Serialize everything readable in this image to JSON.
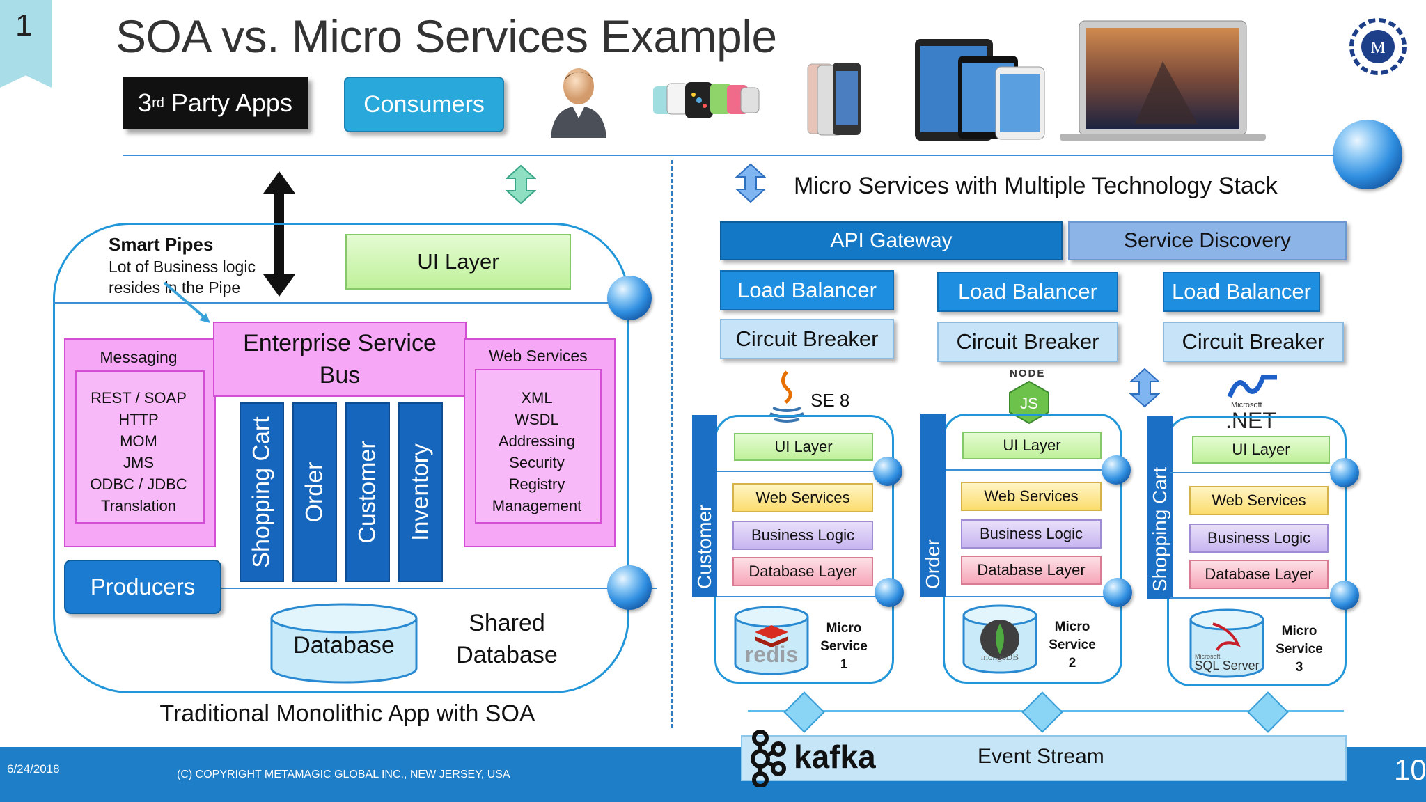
{
  "slide": {
    "number_top": "1",
    "title": "SOA vs. Micro Services Example",
    "page_num": "10"
  },
  "top": {
    "third_party_main": "3",
    "third_party_sup": "rd",
    "third_party_rest": " Party Apps",
    "consumers": "Consumers"
  },
  "soa": {
    "smart_pipes_title": "Smart Pipes",
    "smart_pipes_line1": "Lot of Business logic",
    "smart_pipes_line2": "resides in the Pipe",
    "ui_layer": "UI Layer",
    "messaging_title": "Messaging",
    "messaging_items": [
      "REST / SOAP",
      "HTTP",
      "MOM",
      "JMS",
      "ODBC / JDBC",
      "Translation"
    ],
    "esb_line1": "Enterprise Service",
    "esb_line2": "Bus",
    "web_services_title": "Web Services",
    "web_services_items": [
      "XML",
      "WSDL",
      "Addressing",
      "Security",
      "Registry",
      "Management"
    ],
    "modules": [
      "Shopping Cart",
      "Order",
      "Customer",
      "Inventory"
    ],
    "producers": "Producers",
    "database": "Database",
    "shared_line1": "Shared",
    "shared_line2": "Database",
    "caption": "Traditional Monolithic App with SOA"
  },
  "ms": {
    "heading": "Micro Services with Multiple Technology Stack",
    "api_gateway": "API Gateway",
    "service_discovery": "Service Discovery",
    "load_balancer": "Load Balancer",
    "circuit_breaker": "Circuit Breaker",
    "java_label": "SE 8",
    "node_label": "NODE",
    "dotnet_small": "Microsoft",
    "dotnet_label": ".NET",
    "ui_layer": "UI Layer",
    "web_services": "Web Services",
    "business_logic": "Business Logic",
    "database_layer": "Database Layer",
    "services": [
      {
        "side": "Customer",
        "db": "redis",
        "line1": "Micro",
        "line2": "Service",
        "num": "1"
      },
      {
        "side": "Order",
        "db": "mongoDB",
        "line1": "Micro",
        "line2": "Service",
        "num": "2"
      },
      {
        "side": "Shopping Cart",
        "db": "SQL Server",
        "db_small": "Microsoft",
        "line1": "Micro",
        "line2": "Service",
        "num": "3"
      }
    ],
    "kafka": "kafka",
    "event_stream": "Event Stream"
  },
  "footer": {
    "date": "6/24/2018",
    "copyright": "(C) COPYRIGHT METAMAGIC GLOBAL INC., NEW JERSEY, USA"
  },
  "colors": {
    "accent": "#1e7ec8",
    "esb": "#f6a8f6",
    "border_blue": "#2196d9"
  },
  "icons": [
    "person-icon",
    "smartwatch-icon",
    "phone-icon",
    "tablet-icon",
    "laptop-icon",
    "globe-icon",
    "logo-icon",
    "java-icon",
    "nodejs-icon",
    "dotnet-icon",
    "redis-icon",
    "mongodb-icon",
    "sqlserver-icon",
    "kafka-icon"
  ]
}
